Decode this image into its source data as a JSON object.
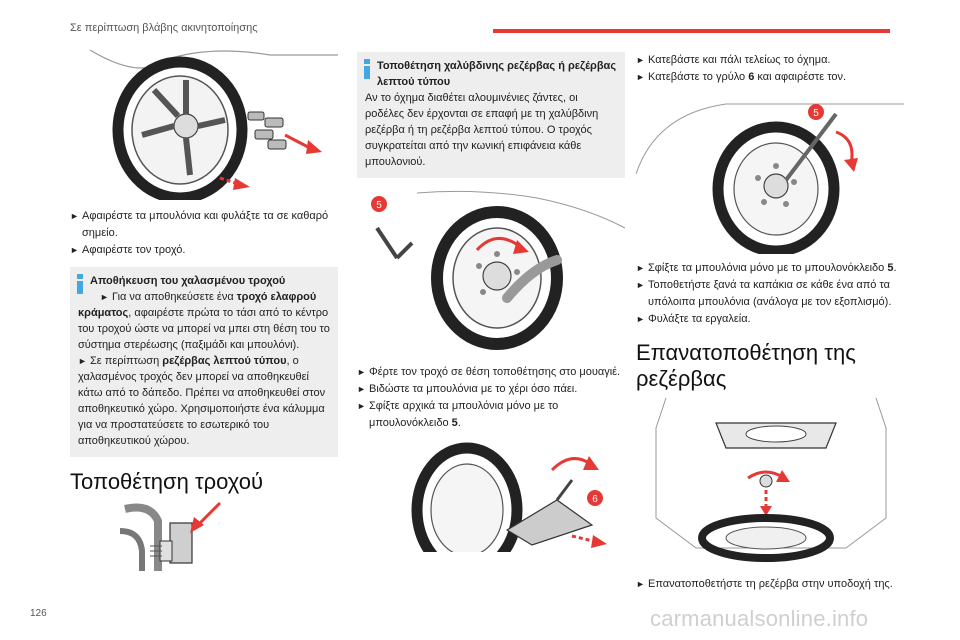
{
  "header": {
    "chapter": "Σε περίπτωση βλάβης ακινητοποίησης"
  },
  "page_number": "126",
  "watermark": "carmanualsonline.info",
  "col1": {
    "bullets": [
      "Αφαιρέστε τα μπουλόνια και φυλάξτε τα σε καθαρό σημείο.",
      "Αφαιρέστε τον τροχό."
    ],
    "info": {
      "title": "Αποθήκευση του χαλασμένου τροχού",
      "line1_pre": "Για να αποθηκεύσετε ένα ",
      "line1_bold": "τροχό ελαφρού κράματος",
      "line1_post": ", αφαιρέστε πρώτα το τάσι από το κέντρο του τροχού ώστε να μπορεί να μπει στη θέση του το σύστημα στερέωσης (παξιμάδι και μπουλόνι).",
      "line2_pre": "Σε περίπτωση ",
      "line2_bold": "ρεζέρβας λεπτού τύπου",
      "line2_post": ", ο χαλασμένος τροχός δεν μπορεί να αποθηκευθεί κάτω από το δάπεδο. Πρέπει να αποθηκευθεί στον αποθηκευτικό χώρο. Χρησιμοποιήστε ένα κάλυμμα για να προστατεύσετε το εσωτερικό του αποθηκευτικού χώρου."
    },
    "section_title": "Τοποθέτηση τροχού"
  },
  "col2": {
    "info": {
      "title": "Τοποθέτηση χαλύβδινης ρεζέρβας ή ρεζέρβας λεπτού τύπου",
      "text": "Αν το όχημα διαθέτει αλουμινένιες ζάντες, οι ροδέλες δεν έρχονται σε επαφή με τη χαλύβδινη ρεζέρβα ή τη ρεζέρβα λεπτού τύπου. Ο τροχός συγκρατείται από την κωνική επιφάνεια κάθε μπουλονιού."
    },
    "callout_5": "5",
    "callout_6": "6",
    "bullets": [
      "Φέρτε τον τροχό σε θέση τοποθέτησης στο μουαγιέ.",
      "Βιδώστε τα μπουλόνια με το χέρι όσο πάει."
    ],
    "bullet3_pre": "Σφίξτε αρχικά τα μπουλόνια μόνο με το μπουλονόκλειδο ",
    "bullet3_bold": "5",
    "bullet3_post": "."
  },
  "col3": {
    "bullet1": "Κατεβάστε και πάλι τελείως το όχημα.",
    "bullet2_pre": "Κατεβάστε το γρύλο ",
    "bullet2_bold": "6",
    "bullet2_post": " και αφαιρέστε τον.",
    "callout_5": "5",
    "bullet3_pre": "Σφίξτε τα μπουλόνια μόνο με το μπουλονόκλειδο ",
    "bullet3_bold": "5",
    "bullet3_post": ".",
    "bullet4": "Τοποθετήστε ξανά τα καπάκια σε κάθε ένα από τα υπόλοιπα μπουλόνια (ανάλογα με τον εξοπλισμό).",
    "bullet5": "Φυλάξτε τα εργαλεία.",
    "section_title": "Επανατοποθέτηση της ρεζέρβας",
    "bullet6": "Επανατοποθετήστε τη ρεζέρβα στην υποδοχή της."
  },
  "glyphs": {
    "bullet": "►"
  },
  "colors": {
    "accent": "#e53935",
    "info_icon": "#43a7e0",
    "info_bg": "#eeeeee"
  }
}
